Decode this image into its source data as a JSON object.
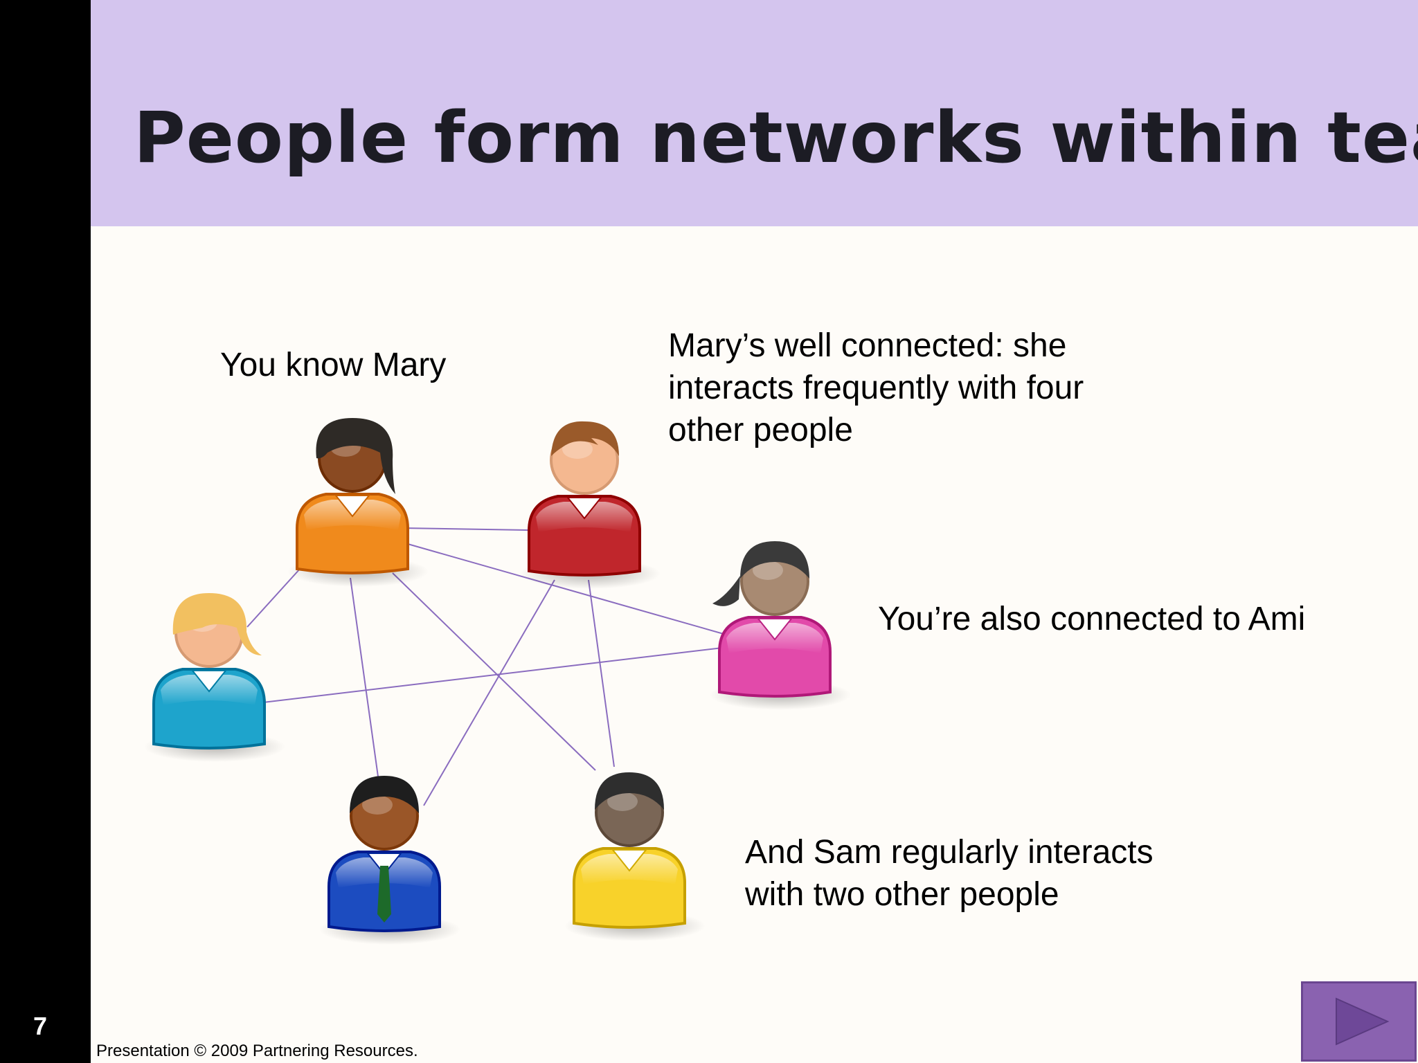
{
  "slide": {
    "number": "7",
    "title": "People form networks within teams",
    "footer": "Presentation © 2009 Partnering Resources."
  },
  "callouts": {
    "mary": [
      "You know Mary"
    ],
    "connected": [
      "Mary’s well connected: she",
      "interacts frequently with four",
      "other people"
    ],
    "ami": [
      "You’re also connected to Ami"
    ],
    "sam": [
      "And Sam regularly interacts",
      "with two other people"
    ]
  },
  "people": [
    {
      "id": "mary",
      "shirt_color": "#f08a1c",
      "hair_color": "#2e2a26",
      "skin_color": "#8a4a22"
    },
    {
      "id": "red-person",
      "shirt_color": "#c0262c",
      "hair_color": "#9a5a2a",
      "skin_color": "#f4b890"
    },
    {
      "id": "ami",
      "shirt_color": "#e24aaa",
      "hair_color": "#3a3a3a",
      "skin_color": "#a88a72"
    },
    {
      "id": "you",
      "shirt_color": "#1ea4cc",
      "hair_color": "#f2c060",
      "skin_color": "#f4b890"
    },
    {
      "id": "sam",
      "shirt_color": "#1c4cc0",
      "hair_color": "#1e1e1e",
      "skin_color": "#9a5628"
    },
    {
      "id": "yellow-person",
      "shirt_color": "#f8d22a",
      "hair_color": "#2e2e2e",
      "skin_color": "#7a6656"
    }
  ],
  "edges": [
    [
      "mary",
      "red-person"
    ],
    [
      "mary",
      "ami"
    ],
    [
      "mary",
      "you"
    ],
    [
      "mary",
      "sam"
    ],
    [
      "mary",
      "yellow-person"
    ],
    [
      "red-person",
      "sam"
    ],
    [
      "red-person",
      "yellow-person"
    ],
    [
      "you",
      "ami"
    ]
  ],
  "colors": {
    "title_band": "#d4c5ee",
    "edge": "#8a6cbf",
    "next_button": "#8a62b0"
  },
  "icons": {
    "next": "play-triangle-icon"
  }
}
